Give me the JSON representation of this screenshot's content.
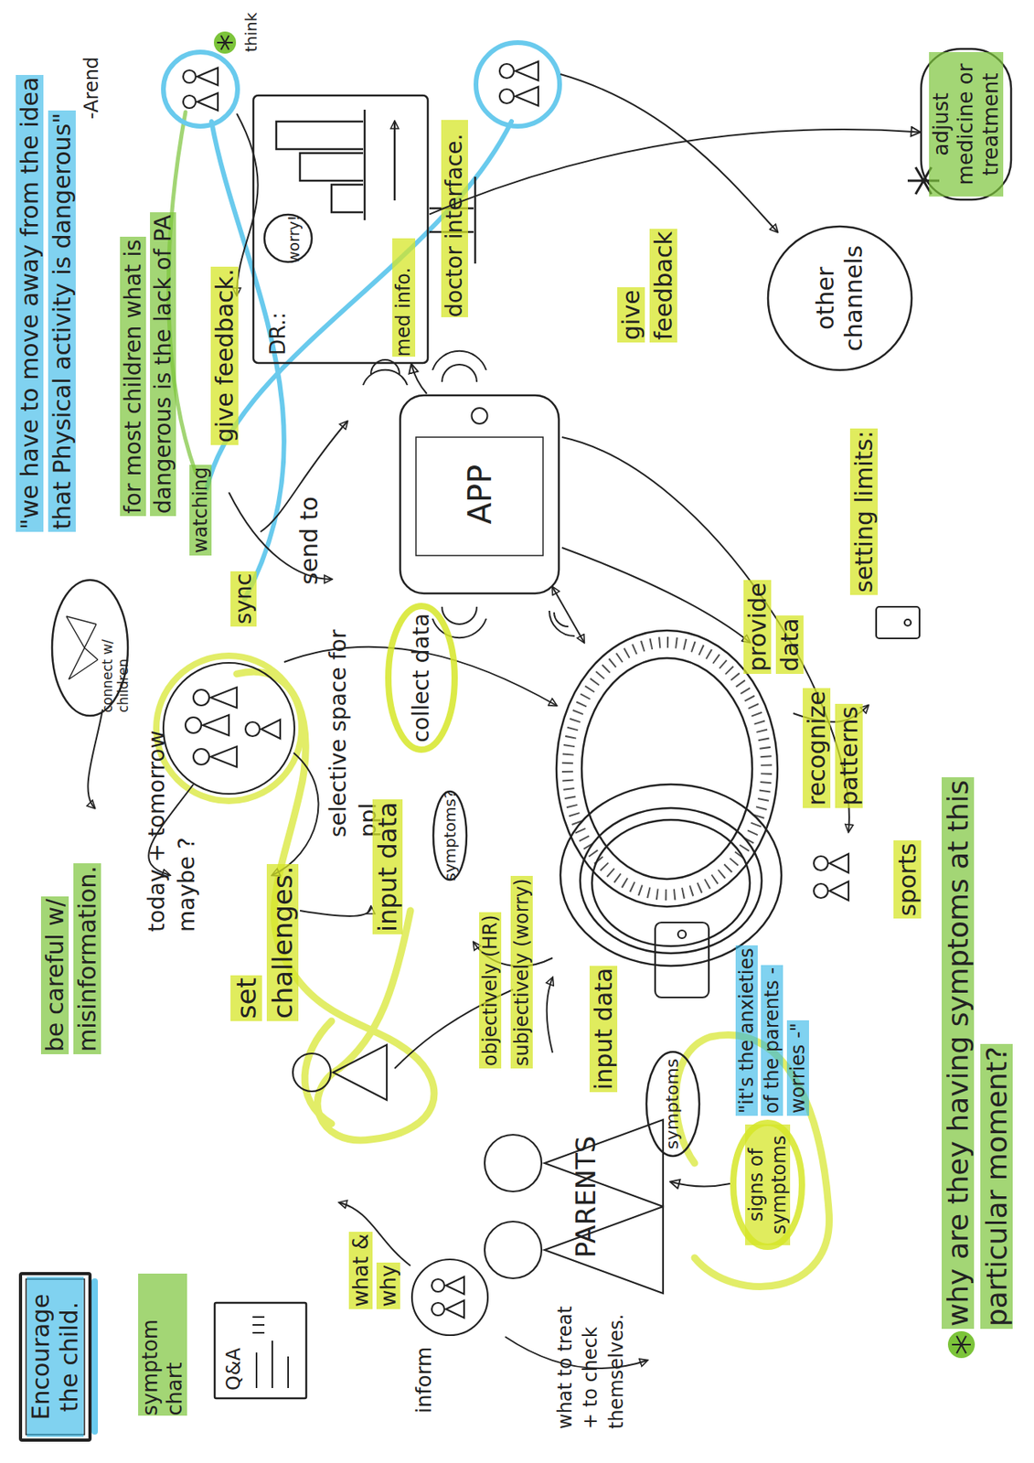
{
  "diagram": {
    "nodes": [
      {
        "text": [
          "Encourage the child."
        ]
      },
      {
        "text": [
          "symptom chart",
          "Q&A"
        ]
      },
      {
        "text": [
          "PARENTS"
        ]
      },
      {
        "text": [
          "symptoms"
        ]
      },
      {
        "text": [
          "signs of symptoms"
        ]
      },
      {
        "text": [
          "symptoms?"
        ]
      },
      {
        "text": [
          "collect data"
        ]
      },
      {
        "text": [
          "APP"
        ]
      },
      {
        "text": [
          "DR.:",
          "worry!",
          "med info.",
          "doctor interface."
        ]
      },
      {
        "text": [
          "connect w/ children"
        ]
      },
      {
        "text": [
          "other channels"
        ]
      },
      {
        "text": [
          "adjust medicine or treatment"
        ]
      }
    ],
    "edges": [
      {
        "from": 7,
        "to": 8,
        "arrow": "to"
      },
      {
        "from": 8,
        "to": 11,
        "arrow": "to"
      },
      {
        "from": 4,
        "to": 2,
        "arrow": "to"
      }
    ],
    "labels": [
      "\"we have to move away from the idea that Physical activity is dangerous\"",
      "for most children what is dangerous is the lack of PA",
      "-Arend",
      "be careful w/ misinformation.",
      "today + tomorrow maybe ?",
      "set challenges.",
      "sync",
      "watching",
      "give feedback.",
      "send to",
      "selective space for ppl",
      "input data",
      "objectively (HR)",
      "subjectively (worry)",
      "input data",
      "provide data",
      "recognize patterns",
      "setting limits:",
      "sports",
      "give feedback",
      "inform",
      "what & why",
      "what to treat + to check themselves.",
      "\"it's the anxieties of the parents - worries -\"",
      "why are they having symptoms at this particular moment?",
      "think"
    ]
  }
}
